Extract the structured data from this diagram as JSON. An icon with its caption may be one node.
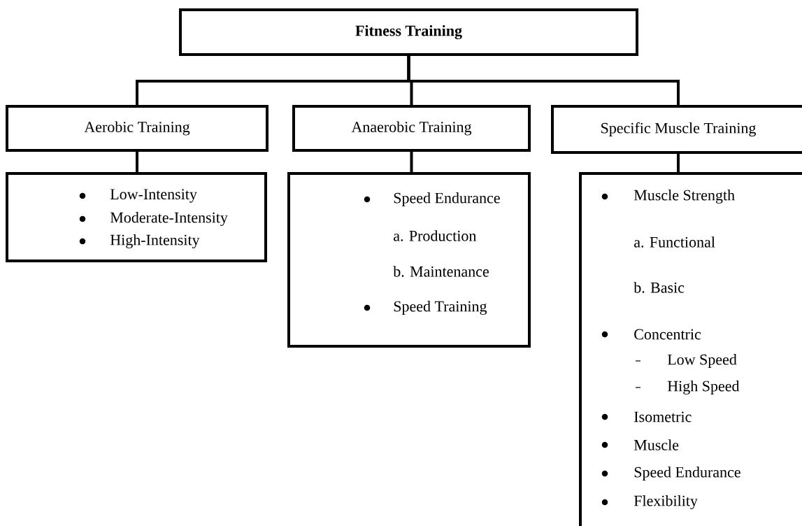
{
  "diagram": {
    "nodes": [
      {
        "text": [
          "Fitness Training"
        ]
      },
      {
        "text": [
          "Aerobic Training"
        ]
      },
      {
        "text": [
          "Anaerobic Training"
        ]
      },
      {
        "text": [
          "Specific Muscle Training"
        ]
      },
      {
        "text": [
          "Low-Intensity",
          "Moderate-Intensity",
          "High-Intensity"
        ]
      },
      {
        "text": [
          "Speed Endurance",
          "a. Production",
          "b. Maintenance",
          "Speed Training"
        ]
      },
      {
        "text": [
          "Muscle Strength",
          "a. Functional",
          "b. Basic",
          "Concentric",
          "Low Speed",
          "High Speed",
          "Isometric",
          "Muscle",
          "Speed Endurance",
          "Flexibility"
        ]
      }
    ],
    "edges": [
      {
        "from": 0,
        "to": 1,
        "arrow": "none"
      },
      {
        "from": 0,
        "to": 2,
        "arrow": "none"
      },
      {
        "from": 0,
        "to": 3,
        "arrow": "none"
      },
      {
        "from": 1,
        "to": 4,
        "arrow": "none"
      },
      {
        "from": 2,
        "to": 5,
        "arrow": "none"
      },
      {
        "from": 3,
        "to": 6,
        "arrow": "none"
      }
    ]
  }
}
